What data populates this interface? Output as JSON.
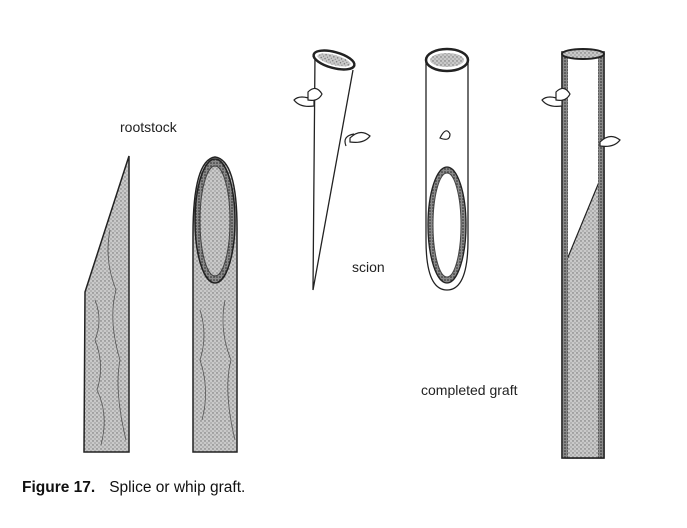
{
  "labels": {
    "rootstock": "rootstock",
    "scion": "scion",
    "completed_graft": "completed graft"
  },
  "caption": {
    "number": "Figure 17.",
    "text": "Splice or whip graft."
  },
  "colors": {
    "ink": "#222222",
    "wood_shade": "#a8a8a8",
    "bark_dark": "#3a3a3a",
    "background": "#ffffff"
  }
}
